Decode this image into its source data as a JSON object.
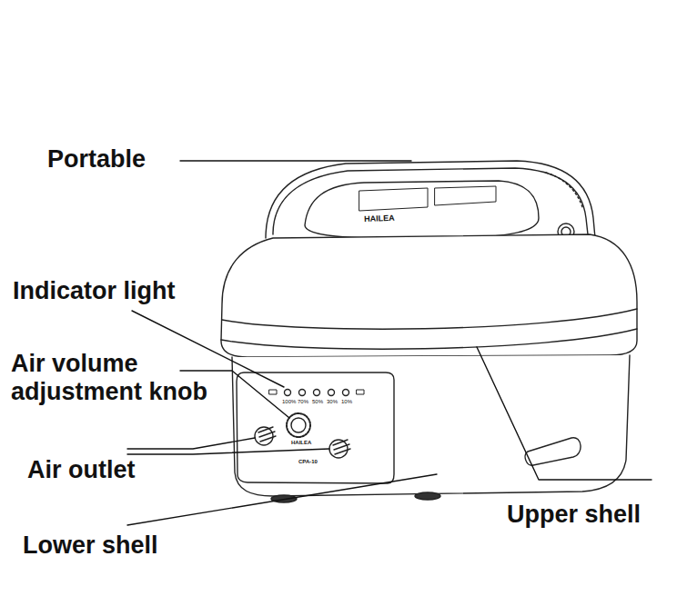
{
  "diagram": {
    "labels": [
      "Portable",
      "Indicator light",
      "Air volume adjustment knob",
      "Air outlet",
      "Lower shell",
      "Upper shell",
      "HAILEA",
      "100%",
      "70%",
      "50%",
      "30%",
      "10%",
      "HAILEA",
      "CPA-10"
    ]
  }
}
